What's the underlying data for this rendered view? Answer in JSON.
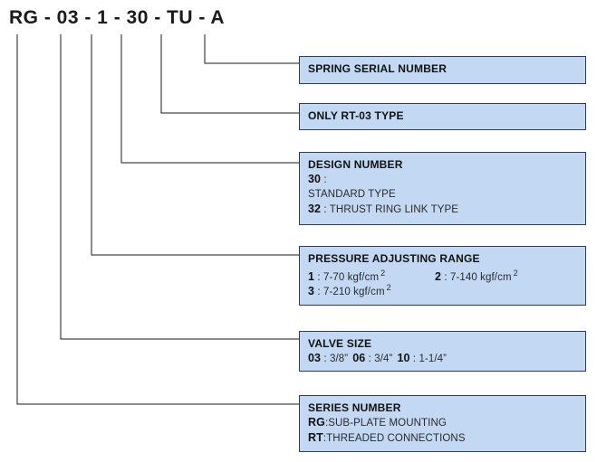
{
  "header": {
    "code": "RG - 03 - 1 - 30 - TU - A",
    "segments": [
      "RG",
      "03",
      "1",
      "30",
      "TU",
      "A"
    ]
  },
  "colors": {
    "box_fill": "#c3d8f2",
    "box_border": "#2e3d55",
    "leader_line": "#1a1a1a",
    "text": "#121212"
  },
  "callouts": [
    {
      "id": "spring-serial-number",
      "title": "SPRING SERIAL NUMBER",
      "lines": []
    },
    {
      "id": "only-rt-03-type",
      "title": "ONLY RT-03 TYPE",
      "lines": []
    },
    {
      "id": "design-number",
      "title": "DESIGN NUMBER",
      "lines": [
        {
          "key": "30",
          "sep": " :",
          "value": ""
        },
        {
          "key": "",
          "sep": "",
          "value": "STANDARD TYPE"
        },
        {
          "key": "32",
          "sep": " : ",
          "value": "THRUST RING LINK TYPE"
        }
      ]
    },
    {
      "id": "pressure-adjusting-range",
      "title": "PRESSURE ADJUSTING RANGE",
      "pairs": [
        [
          {
            "key": "1",
            "sep": " : ",
            "value": "7-70 kgf/cm",
            "sup": "2"
          },
          {
            "key": "2",
            "sep": " : ",
            "value": "7-140 kgf/cm",
            "sup": "2"
          }
        ],
        [
          {
            "key": "3",
            "sep": " : ",
            "value": "7-210 kgf/cm",
            "sup": "2"
          }
        ]
      ]
    },
    {
      "id": "valve-size",
      "title": "VALVE SIZE",
      "sizes": [
        {
          "key": "03",
          "sep": " : ",
          "value": "3/8”"
        },
        {
          "key": "06",
          "sep": " : ",
          "value": "3/4”"
        },
        {
          "key": "10",
          "sep": " : ",
          "value": "1-1/4”"
        }
      ]
    },
    {
      "id": "series-number",
      "title": "SERIES NUMBER",
      "lines": [
        {
          "key": "RG",
          "sep": ":",
          "value": "SUB-PLATE MOUNTING"
        },
        {
          "key": "RT",
          "sep": ":",
          "value": "THREADED CONNECTIONS"
        }
      ]
    }
  ]
}
